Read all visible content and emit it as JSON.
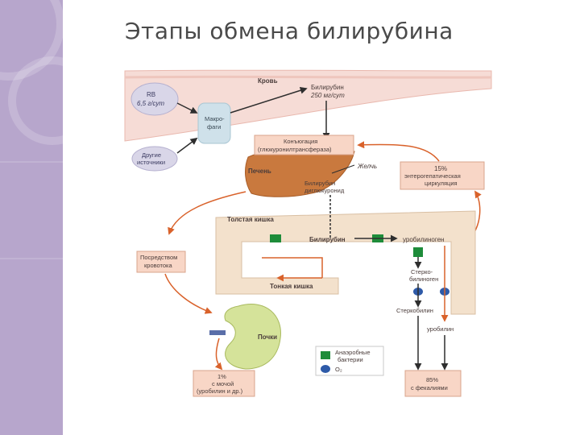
{
  "slide": {
    "title": "Этапы обмена билирубина"
  },
  "diagram": {
    "blood": "Кровь",
    "rbc_line1": "RB",
    "rbc_line2": "6,5 г/сут",
    "bilirubin_line1": "Билирубин",
    "bilirubin_line2": "250 мг/сут",
    "macro_line1": "Макро-",
    "macro_line2": "фаги",
    "other_line1": "Другие",
    "other_line2": "источники",
    "conj_line1": "Конъюгация",
    "conj_line2": "(глюкуронилтрансфераза)",
    "liver": "Печень",
    "bile": "Желчь",
    "bilirubin_dg_line1": "Билирубин",
    "bilirubin_dg_line2": "диглюкуронид",
    "entero_line1": "15%",
    "entero_line2": "энтерогепатическая",
    "entero_line3": "циркуляция",
    "colon": "Толстая кишка",
    "colon_bilirubin": "Билирубин",
    "urobilinogen": "уробилиноген",
    "via_blood_line1": "Посредством",
    "via_blood_line2": "кровотока",
    "stercobilinogen_line1": "Стерко-",
    "stercobilinogen_line2": "билиноген",
    "small_intestine": "Тонкая кишка",
    "stercobilin": "Стеркобилин",
    "urobilin": "уробилин",
    "kidneys": "Почки",
    "urine_line1": "1%",
    "urine_line2": "с мочой",
    "urine_line3": "(уробилин и др.)",
    "feces_line1": "85%",
    "feces_line2": "с фекалиями",
    "legend_anaerobic_line1": "Анаэробные",
    "legend_anaerobic_line2": "бактерии",
    "legend_o2": "O₂"
  },
  "colors": {
    "sidebar": "#b7a6cc",
    "blood_band": "#f6dcd6",
    "node_box": "#f8d6c6",
    "node_text": "#4a3c3a",
    "arrow_orange": "#d9622b",
    "arrow_dark": "#3a3a3a",
    "intestine": "#f3e1cc",
    "bacteria_green": "#1e8c3a",
    "oxygen_blue": "#2e5aa8",
    "kidney": "#d5e39a",
    "liver": "#c9793e",
    "macrophage": "#cfe1ea",
    "rbc": "#d9d6e8"
  }
}
